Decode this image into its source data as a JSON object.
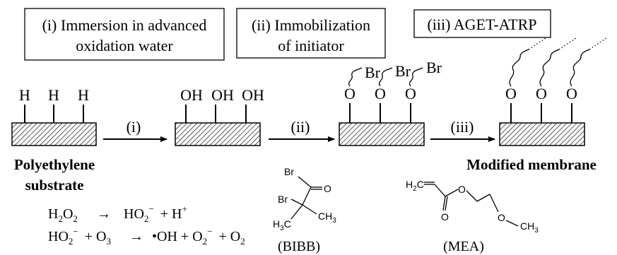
{
  "steps": [
    {
      "line1": "(i) Immersion in advanced",
      "line2": "oxidation water"
    },
    {
      "line1": "(ii) Immobilization",
      "line2": "of initiator"
    },
    {
      "line1": "(iii) AGET-ATRP",
      "line2": ""
    }
  ],
  "arrows": {
    "a1": "(i)",
    "a2": "(ii)",
    "a3": "(iii)"
  },
  "substrate": {
    "line1": "Polyethylene",
    "line2": "substrate",
    "group": "H"
  },
  "hydroxylated": {
    "group": "OH"
  },
  "initiated": {
    "o": "O",
    "br": "Br"
  },
  "modified": {
    "o": "O",
    "label": "Modified membrane",
    "label_color": "#1a1ad6"
  },
  "equations": {
    "eq1": {
      "left": "H",
      "left_sub": "2",
      "left2": "O",
      "left_sub2": "2",
      "arrow": "→",
      "right1": "HO",
      "right1_sub": "2",
      "right1_sup": "−",
      "plus": "+ H",
      "right2_sup": "+"
    },
    "eq2": {
      "left": "HO",
      "left_sub": "2",
      "left_sup": "−",
      "mid": "+ O",
      "mid_sub": "3",
      "arrow": "→",
      "r1": "•OH + O",
      "r1_sub": "2",
      "r1_sup": "−",
      "r2": "+ O",
      "r2_sub": "2"
    }
  },
  "bibb": {
    "caption": "(BIBB)",
    "br1": "Br",
    "br2": "Br",
    "o": "O",
    "ch3": "CH",
    "ch3_sub": "3",
    "h3c_h": "H",
    "h3c_sub": "3",
    "h3c_c": "C"
  },
  "mea": {
    "caption": "(MEA)",
    "h2c_h": "H",
    "h2c_sub": "2",
    "h2c_c": "C",
    "o1": "O",
    "o2": "O",
    "o3": "O",
    "ch3": "CH",
    "ch3_sub": "3"
  }
}
